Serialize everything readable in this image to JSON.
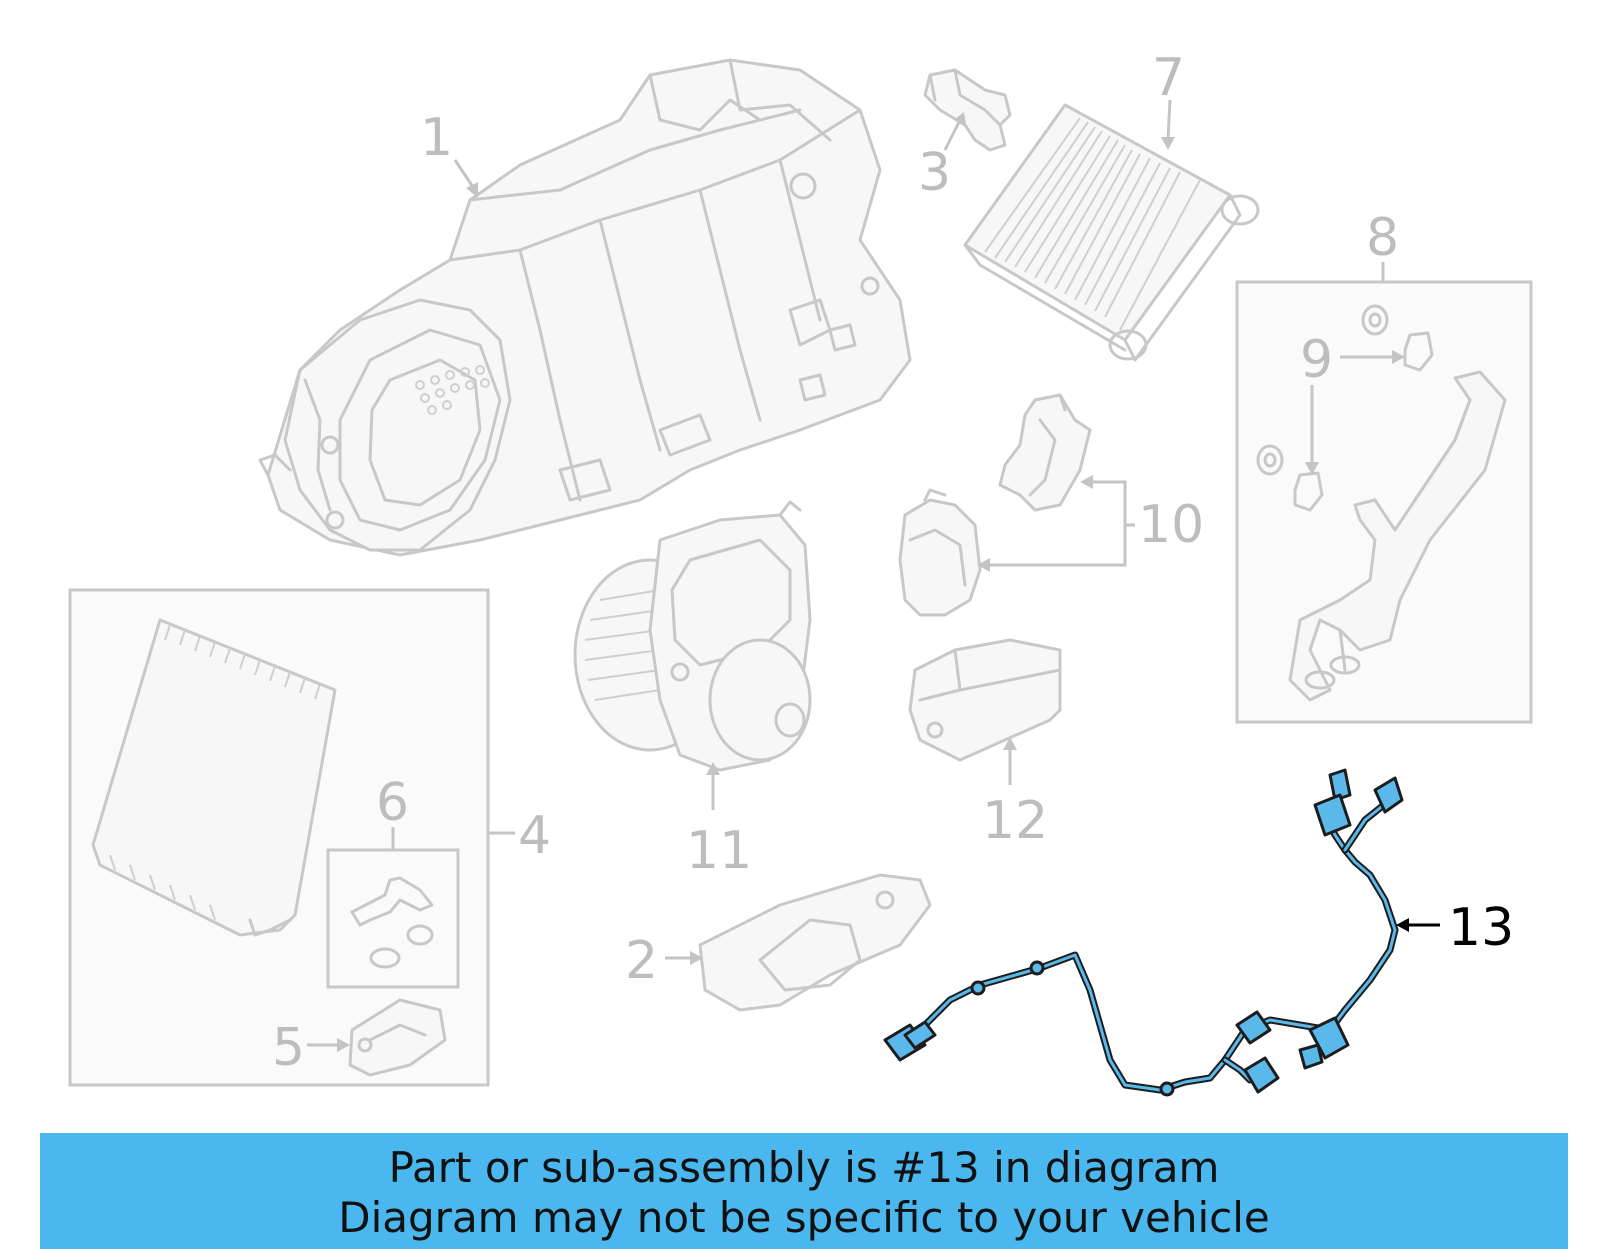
{
  "callouts": {
    "c1": "1",
    "c2": "2",
    "c3": "3",
    "c4": "4",
    "c5": "5",
    "c6": "6",
    "c7": "7",
    "c8": "8",
    "c9": "9",
    "c10": "10",
    "c11": "11",
    "c12": "12",
    "c13": "13"
  },
  "highlighted_part": "13",
  "colors": {
    "highlight": "#5ab8ea",
    "banner": "#4ab7ee",
    "part_outline": "#c8c8c8"
  },
  "banner": {
    "line1": "Part or sub-assembly is #13 in diagram",
    "line2": "Diagram may not be specific to your vehicle"
  }
}
